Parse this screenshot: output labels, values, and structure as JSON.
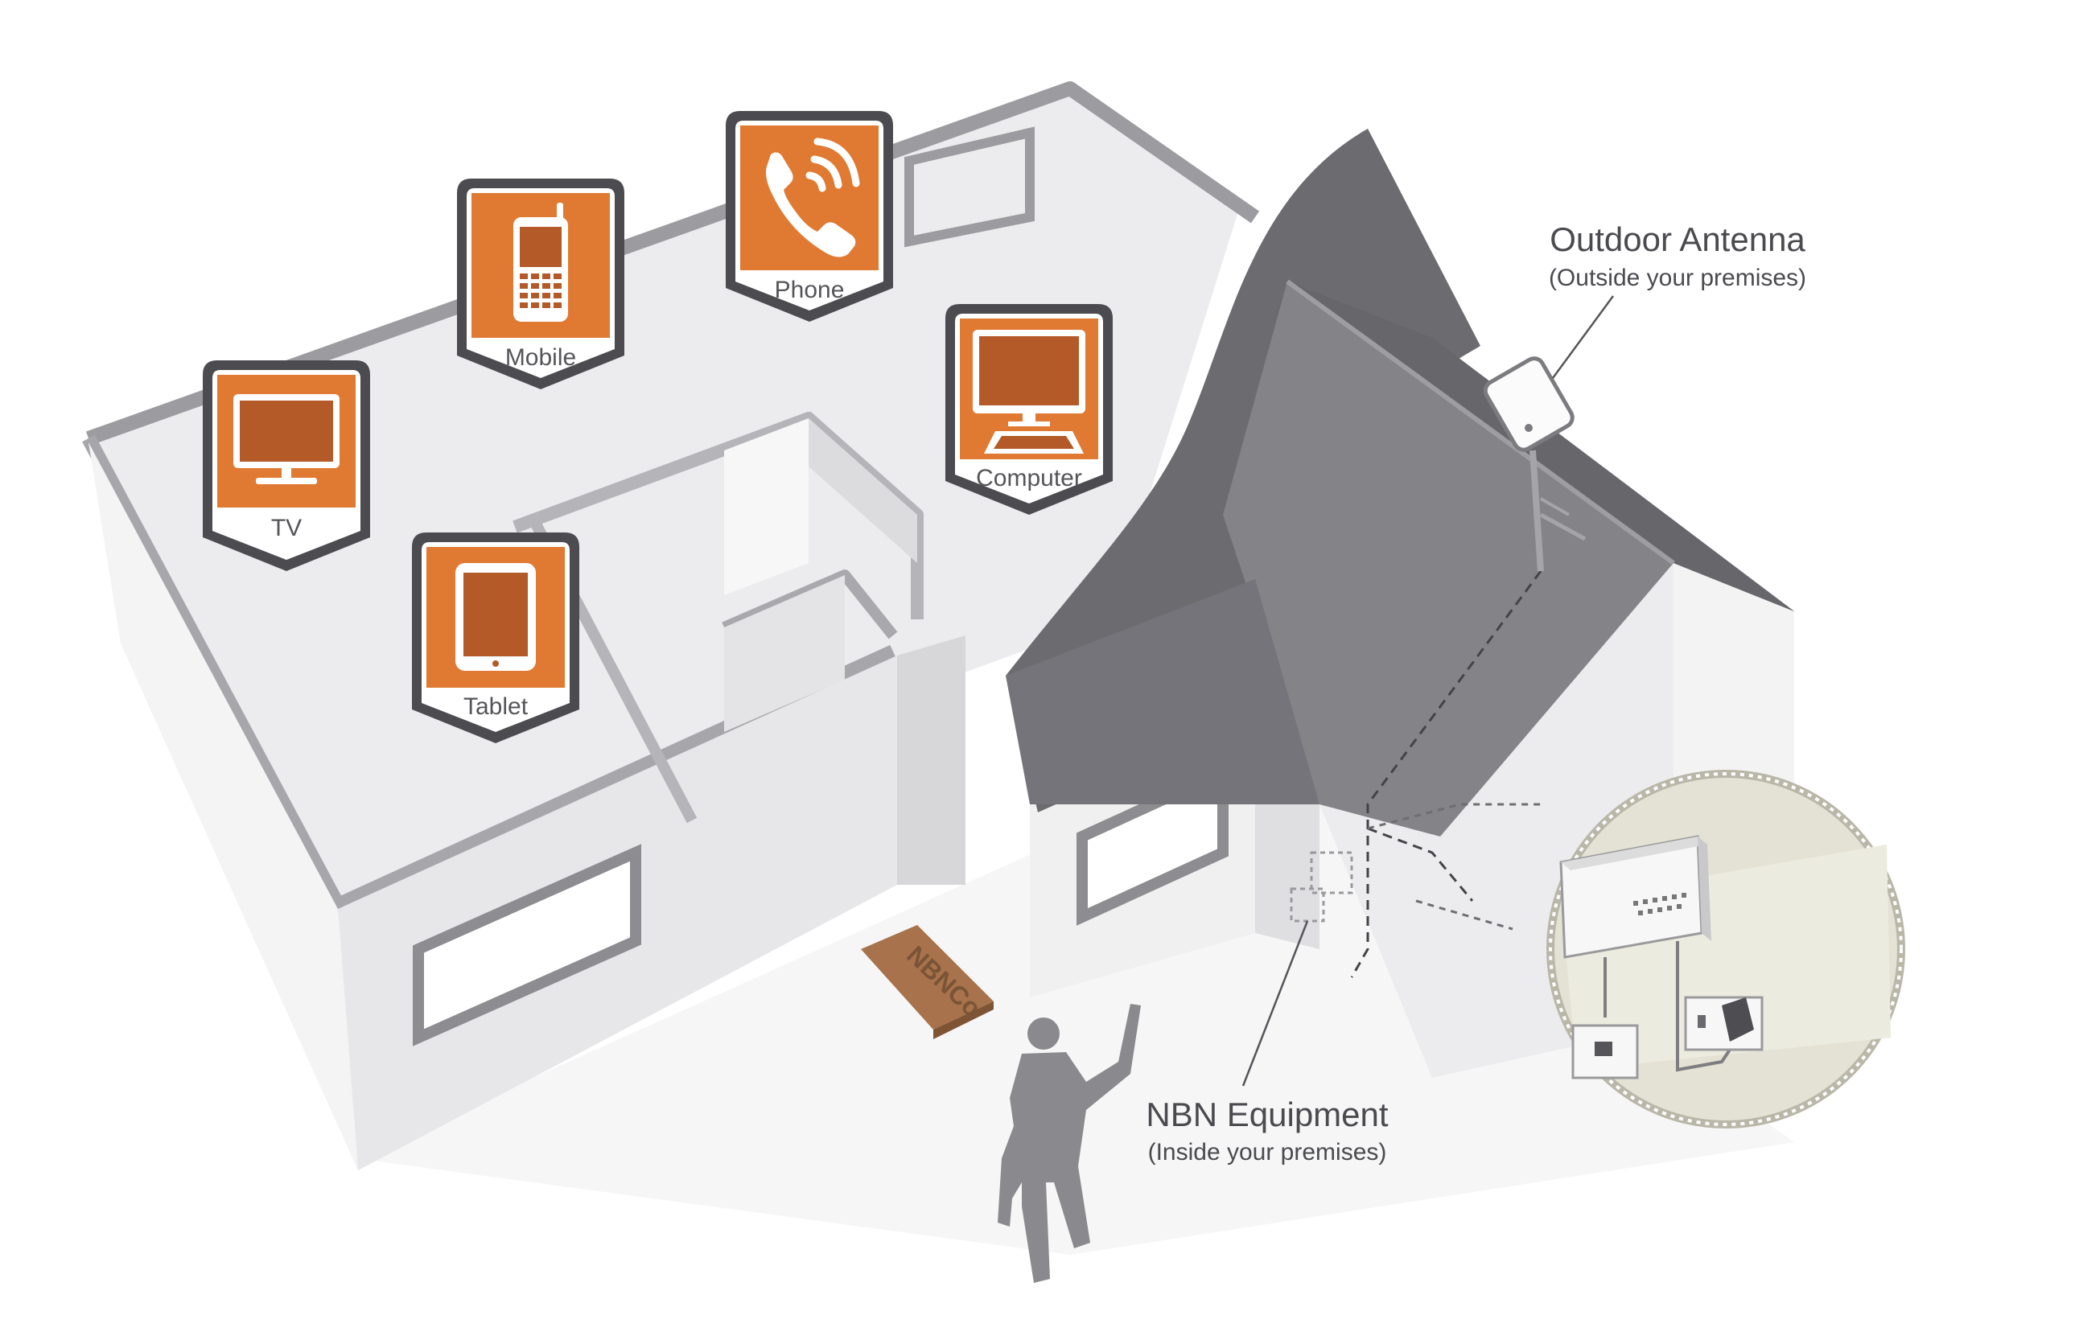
{
  "devices": [
    {
      "label": "TV",
      "icon": "tv-icon"
    },
    {
      "label": "Mobile",
      "icon": "mobile-phone-icon"
    },
    {
      "label": "Phone",
      "icon": "phone-handset-icon"
    },
    {
      "label": "Computer",
      "icon": "computer-icon"
    },
    {
      "label": "Tablet",
      "icon": "tablet-icon"
    }
  ],
  "callouts": {
    "antenna": {
      "title": "Outdoor Antenna",
      "subtitle": "(Outside your premises)"
    },
    "equipment": {
      "title": "NBN Equipment",
      "subtitle": "(Inside your premises)"
    }
  },
  "doormat": {
    "text": "NBNCo"
  },
  "colors": {
    "accent_orange": "#e07a33",
    "icon_dark_orange": "#b45a28",
    "roof_dark": "#6b6b70",
    "roof_mid": "#838388",
    "wall_light": "#f2f2f3",
    "wall_shadow": "#dedee0",
    "label_text": "#4a4a4f",
    "inset_bg": "#e4e2d4"
  }
}
